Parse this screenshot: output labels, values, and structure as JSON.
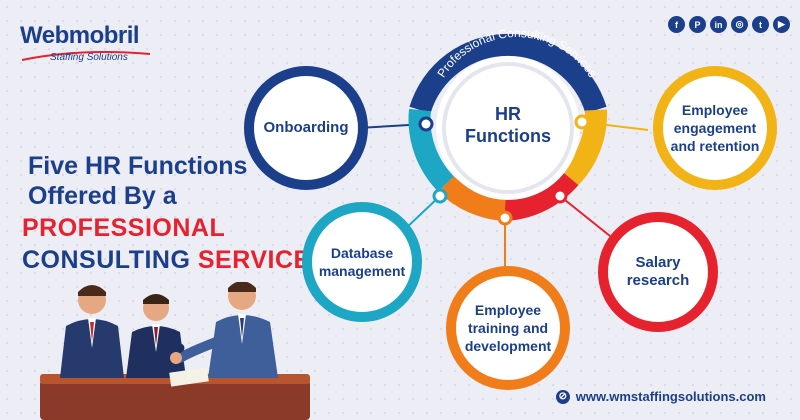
{
  "brand": {
    "name": "Webmobril",
    "tagline": "Staffing Solutions"
  },
  "social": [
    "f",
    "P",
    "in",
    "◎",
    "t",
    "▶"
  ],
  "headline": {
    "line1": "Five HR Functions",
    "line2": "Offered By a",
    "line3": "PROFESSIONAL",
    "line4a": "CONSULTING",
    "line4b": "SERVICES"
  },
  "center": {
    "ring_text": "Professional Consulting Services",
    "title_line1": "HR",
    "title_line2": "Functions"
  },
  "nodes": [
    {
      "id": "onboarding",
      "label": "Onboarding",
      "color": "#1b3f8b"
    },
    {
      "id": "engagement",
      "label": "Employee engagement and retention",
      "color": "#f2b316"
    },
    {
      "id": "salary",
      "label": "Salary research",
      "color": "#e5222e"
    },
    {
      "id": "training",
      "label": "Employee training and development",
      "color": "#f07d1a"
    },
    {
      "id": "database",
      "label": "Database management",
      "color": "#1ea7c4"
    }
  ],
  "website": "www.wmstaffingsolutions.com"
}
